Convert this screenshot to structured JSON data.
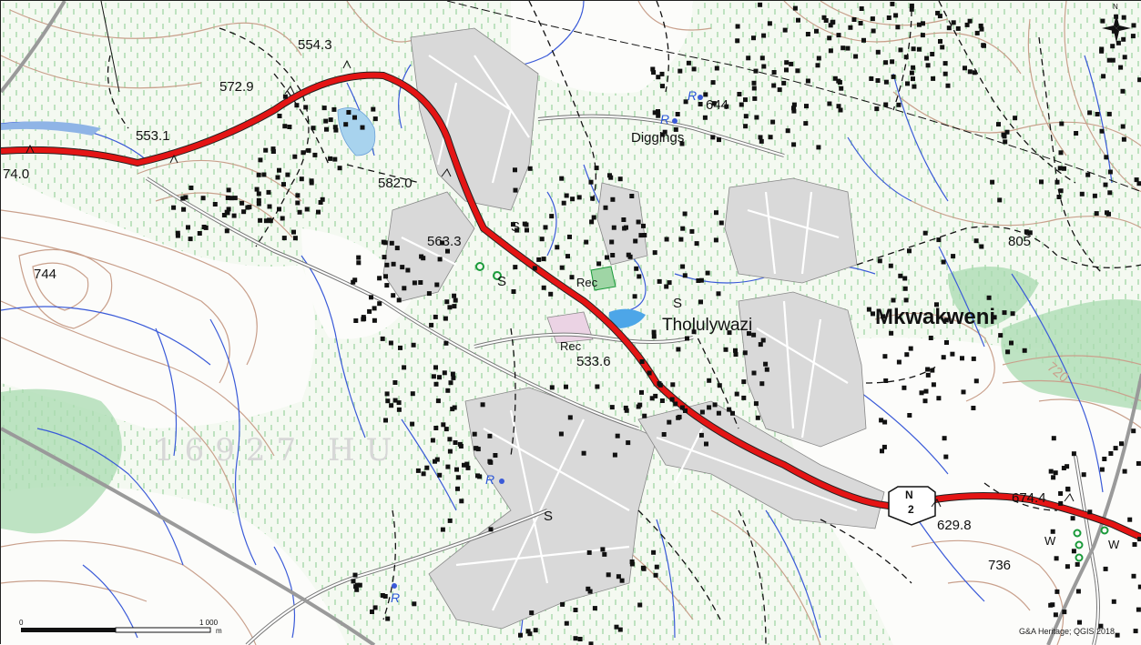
{
  "map": {
    "place_names": {
      "mkwakweni": "Mkwakweni",
      "tholulywazi": "Tholulywazi",
      "diggings": "Diggings"
    },
    "farm_label": "16927 HU",
    "rec_labels": [
      "Rec",
      "Rec"
    ],
    "s_labels": [
      "S",
      "S",
      "S",
      "S"
    ],
    "w_labels": [
      "W",
      "W"
    ],
    "river_labels": [
      "R",
      "R",
      "R",
      "R"
    ],
    "elevations": {
      "e1": "554.3",
      "e2": "572.9",
      "e3": "553.1",
      "e4": "74.0",
      "e5": "582.0",
      "e6": "563.3",
      "e7": "533.6",
      "e8": "644",
      "e9": "805",
      "e10": "744",
      "e11": "674.4",
      "e12": "629.8",
      "e13": "736",
      "e14": "720"
    },
    "road_shield": {
      "top": "N",
      "bottom": "2"
    },
    "scale": {
      "start": "0",
      "end": "1 000",
      "unit": "m"
    },
    "credit": "G&A Heritage; QGIS 2018",
    "north_label": "N",
    "colors": {
      "road": "#e41414",
      "contour": "#c69a84",
      "stream": "#3d5bd9",
      "settlement": "#d9d9d9",
      "vegetation": "#9fd5a5",
      "boundary": "#9a9a9a"
    }
  }
}
